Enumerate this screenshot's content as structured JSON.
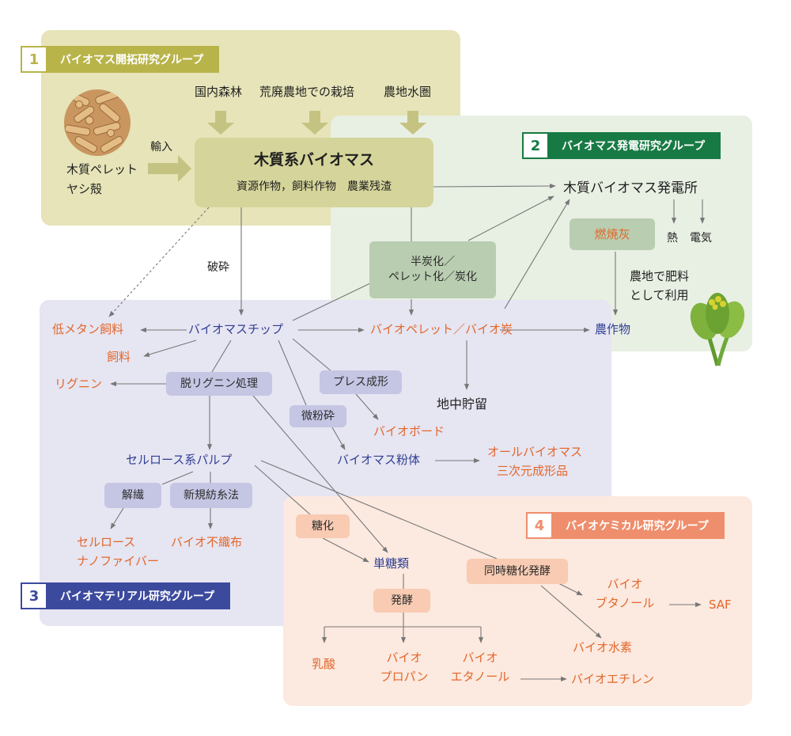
{
  "groups": {
    "g1": {
      "num": "1",
      "label": "バイオマス開拓研究グループ"
    },
    "g2": {
      "num": "2",
      "label": "バイオマス発電研究グループ"
    },
    "g3": {
      "num": "3",
      "label": "バイオマテリアル研究グループ"
    },
    "g4": {
      "num": "4",
      "label": "バイオケミカル研究グループ"
    }
  },
  "colors": {
    "g1_bg": "#e6e4b8",
    "g1_tag": "#b9b44a",
    "g2_bg": "#e8efe3",
    "g2_tag": "#177a44",
    "g3_bg": "#e6e5f2",
    "g3_tag": "#3c4a9e",
    "g4_bg": "#fce9df",
    "g4_tag": "#ef8e6c",
    "orange_text": "#e2672b",
    "blue_text": "#2f3f93",
    "arrow": "#777777"
  },
  "g1": {
    "sources": [
      "国内森林",
      "荒廃農地での栽培",
      "農地水圏"
    ],
    "import_label": "輸入",
    "import_items": [
      "木質ペレット",
      "ヤシ殻"
    ],
    "pellet_image": "wood-pellets-photo",
    "main_title": "木質系バイオマス",
    "main_sub": "資源作物，飼料作物　農業残渣"
  },
  "g2": {
    "plant": "木質バイオマス発電所",
    "ash": "燃焼灰",
    "heat": "熱",
    "electricity": "電気",
    "fertilizer": [
      "農地で肥料",
      "として利用"
    ],
    "carbonize": [
      "半炭化／",
      "ペレット化／炭化"
    ],
    "pellet_char": "バイオペレット／バイオ炭",
    "crops": "農作物",
    "crop_image": "vegetable-crop-photo",
    "storage": "地中貯留"
  },
  "g3": {
    "crush": "破砕",
    "chips": "バイオマスチップ",
    "low_methane": "低メタン飼料",
    "feed": "飼料",
    "lignin": "リグニン",
    "delignify": "脱リグニン処理",
    "press": "プレス成形",
    "board": "バイオボード",
    "micronize": "微粉砕",
    "powder": "バイオマス粉体",
    "all_biomass": [
      "オールバイオマス",
      "三次元成形品"
    ],
    "pulp": "セルロース系パルプ",
    "defibrate": "解繊",
    "spinning": "新規紡糸法",
    "nanofiber": [
      "セルロース",
      "ナノファイバー"
    ],
    "nonwoven": "バイオ不織布"
  },
  "g4": {
    "saccharify": "糖化",
    "monosaccharides": "単糖類",
    "ferment": "発酵",
    "ssf": "同時糖化発酵",
    "lactic": "乳酸",
    "propanol": [
      "バイオ",
      "プロパン"
    ],
    "ethanol": [
      "バイオ",
      "エタノール"
    ],
    "ethylene": "バイオエチレン",
    "butanol": [
      "バイオ",
      "ブタノール"
    ],
    "saf": "SAF",
    "hydrogen": "バイオ水素"
  }
}
